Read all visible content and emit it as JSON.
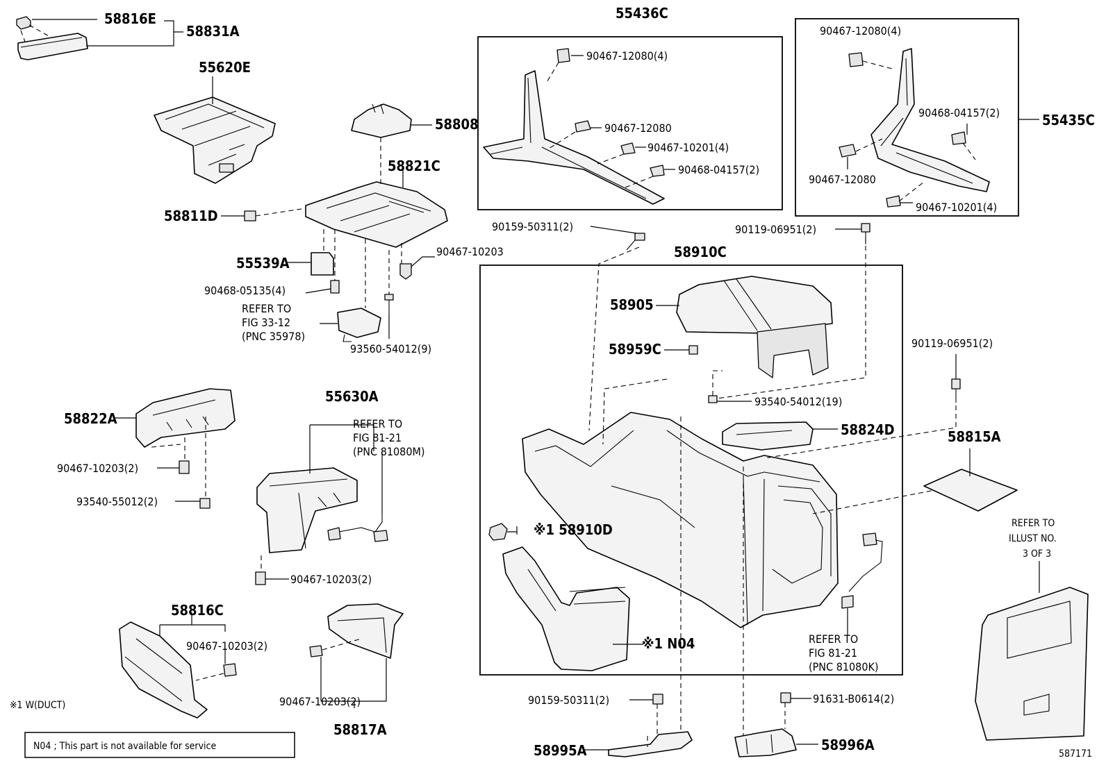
{
  "diagram_number": "587171",
  "footnote_symbol": "※1 W(DUCT)",
  "note": "N04 ; This part is not available for service",
  "labels": {
    "p58816E": "58816E",
    "p58831A": "58831A",
    "p55620E": "55620E",
    "p58808": "58808",
    "p58821C": "58821C",
    "p58811D": "58811D",
    "p55539A": "55539A",
    "p90467_10203_a": "90467-10203",
    "p90468_05135": "90468-05135(4)",
    "refer_33_1": "REFER TO",
    "refer_33_2": "FIG 33-12",
    "refer_33_3": "(PNC 35978)",
    "p93560_54012": "93560-54012(9)",
    "p55436C": "55436C",
    "p90467_12080_4_a": "90467-12080(4)",
    "p90467_12080_a": "90467-12080",
    "p90467_10201_4_a": "90467-10201(4)",
    "p90468_04157_2_a": "90468-04157(2)",
    "p90467_12080_4_b": "90467-12080(4)",
    "p90468_04157_2_b": "90468-04157(2)",
    "p55435C": "55435C",
    "p90467_12080_b": "90467-12080",
    "p90467_10201_4_b": "90467-10201(4)",
    "p90159_50311_top": "90159-50311(2)",
    "p90119_06951_top": "90119-06951(2)",
    "p58910C": "58910C",
    "p58905": "58905",
    "p58959C": "58959C",
    "p93540_54012": "93540-54012(19)",
    "p90119_06951_right": "90119-06951(2)",
    "p58824D": "58824D",
    "p58815A": "58815A",
    "p58822A": "58822A",
    "p90467_10203_2_a": "90467-10203(2)",
    "p93540_55012": "93540-55012(2)",
    "p55630A": "55630A",
    "refer_81_a1": "REFER TO",
    "refer_81_a2": "FIG 81-21",
    "refer_81_a3": "(PNC 81080M)",
    "p90467_10203_2_b": "90467-10203(2)",
    "p58910D": "※1 58910D",
    "pN04": "※1 N04",
    "refer_81_b1": "REFER TO",
    "refer_81_b2": "FIG 81-21",
    "refer_81_b3": "(PNC 81080K)",
    "refer_illust_1": "REFER TO",
    "refer_illust_2": "ILLUST NO.",
    "refer_illust_3": "3 OF 3",
    "p58816C": "58816C",
    "p90467_10203_2_c": "90467-10203(2)",
    "p90467_10203_2_d": "90467-10203(2)",
    "p58817A": "58817A",
    "p90159_50311_bottom": "90159-50311(2)",
    "p91631_B0614": "91631-B0614(2)",
    "p58995A": "58995A",
    "p58996A": "58996A"
  }
}
